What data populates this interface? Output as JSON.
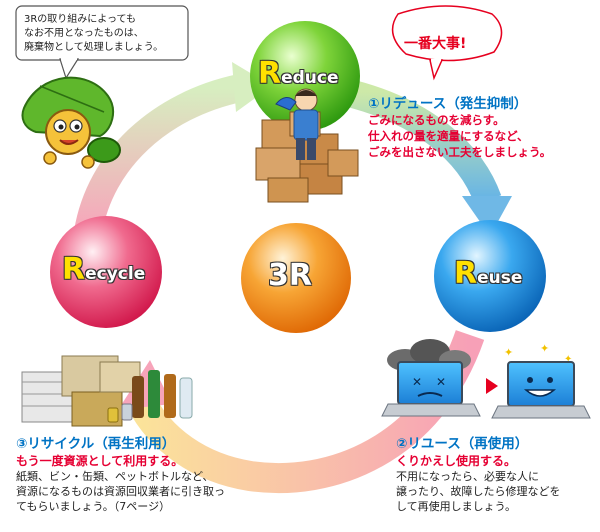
{
  "mascot_speech": [
    "3Rの取り組みによっても",
    "なお不用となったものは、",
    "廃棄物として処理しましょう。"
  ],
  "importance_bubble": "一番大事!",
  "center_label": "3R",
  "reduce": {
    "ball_initial": "R",
    "ball_rest": "educe",
    "title": "①リデュース（発生抑制）",
    "subtitle": "ごみになるものを減らす。",
    "body": [
      "仕入れの量を適量にするなど、",
      "ごみを出さない工夫をしましょう。"
    ]
  },
  "reuse": {
    "ball_initial": "R",
    "ball_rest": "euse",
    "title": "②リユース（再使用）",
    "subtitle": "くりかえし使用する。",
    "body": [
      "不用になったら、必要な人に",
      "譲ったり、故障したら修理などを",
      "して再使用しましょう。"
    ]
  },
  "recycle": {
    "ball_initial": "R",
    "ball_rest": "ecycle",
    "title": "③リサイクル（再生利用）",
    "subtitle": "もう一度資源として利用する。",
    "body": [
      "紙類、ビン・缶類、ペットボトルなど、",
      "資源になるものは資源回収業者に引き取っ",
      "てもらいましょう。（7ページ）"
    ]
  },
  "colors": {
    "reduce_ball": "#5cc21e",
    "reuse_ball": "#1f96e0",
    "recycle_ball": "#ea3c6e",
    "center_ball": "#f28a18",
    "title_blue": "#0073c4",
    "emphasis_red": "#e60033"
  }
}
